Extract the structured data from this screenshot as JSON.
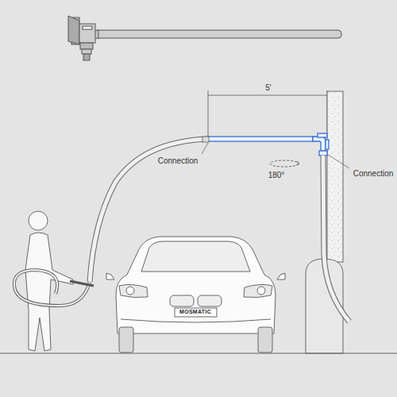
{
  "diagram": {
    "labels": [
      "5'",
      "Connection",
      "180°",
      "Connection",
      "MOSMATIC"
    ]
  }
}
